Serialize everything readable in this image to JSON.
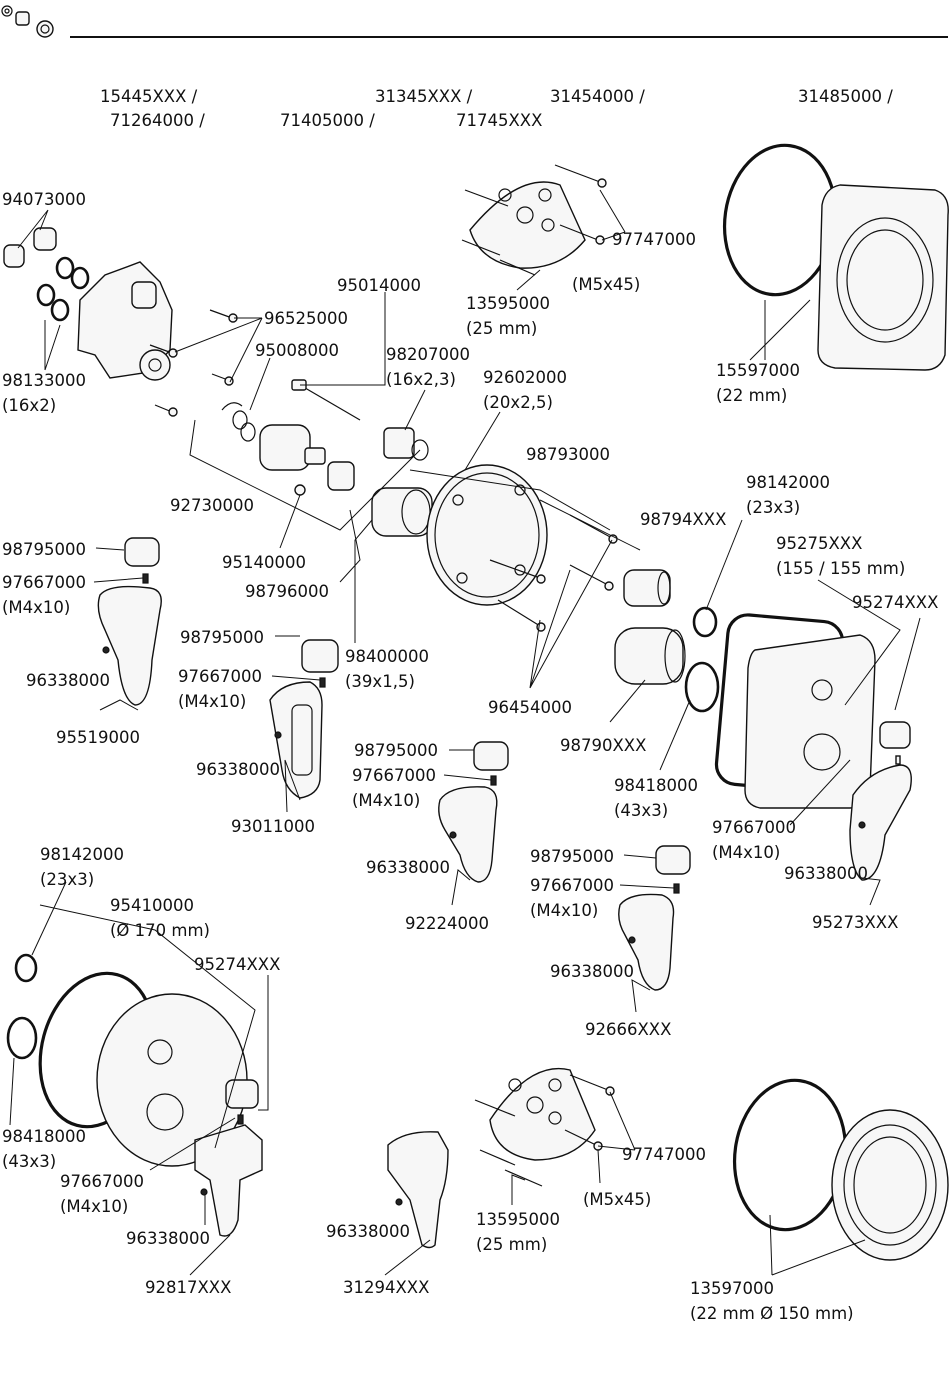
{
  "header": {
    "model_numbers": [
      "15445XXX /",
      "71264000 /",
      "31345XXX /",
      "71405000 /",
      "31454000 /",
      "71745XXX",
      "31485000 /"
    ]
  },
  "labels": [
    {
      "part": "94073000"
    },
    {
      "part": "98133000",
      "spec": "(16x2)"
    },
    {
      "part": "96525000"
    },
    {
      "part": "95014000"
    },
    {
      "part": "95008000"
    },
    {
      "part": "98207000",
      "spec": "(16x2,3)"
    },
    {
      "part": "92602000",
      "spec": "(20x2,5)"
    },
    {
      "part": "13595000",
      "spec": "(25 mm)"
    },
    {
      "part": "97747000"
    },
    {
      "part": "(M5x45)"
    },
    {
      "part": "15597000",
      "spec": "(22 mm)"
    },
    {
      "part": "92730000"
    },
    {
      "part": "95140000"
    },
    {
      "part": "98796000"
    },
    {
      "part": "98793000"
    },
    {
      "part": "98794XXX"
    },
    {
      "part": "98142000",
      "spec": "(23x3)"
    },
    {
      "part": "95275XXX",
      "spec": "(155 / 155 mm)"
    },
    {
      "part": "95274XXX"
    },
    {
      "part": "98795000"
    },
    {
      "part": "97667000",
      "spec": "(M4x10)"
    },
    {
      "part": "96338000"
    },
    {
      "part": "95519000"
    },
    {
      "part": "98795000"
    },
    {
      "part": "97667000",
      "spec": "(M4x10)"
    },
    {
      "part": "98400000",
      "spec": "(39x1,5)"
    },
    {
      "part": "96454000"
    },
    {
      "part": "98790XXX"
    },
    {
      "part": "98418000",
      "spec": "(43x3)"
    },
    {
      "part": "96338000"
    },
    {
      "part": "93011000"
    },
    {
      "part": "98795000"
    },
    {
      "part": "97667000",
      "spec": "(M4x10)"
    },
    {
      "part": "96338000"
    },
    {
      "part": "92224000"
    },
    {
      "part": "98795000"
    },
    {
      "part": "97667000",
      "spec": "(M4x10)"
    },
    {
      "part": "96338000"
    },
    {
      "part": "92666XXX"
    },
    {
      "part": "97667000",
      "spec": "(M4x10)"
    },
    {
      "part": "96338000"
    },
    {
      "part": "95273XXX"
    },
    {
      "part": "98142000",
      "spec": "(23x3)"
    },
    {
      "part": "95410000",
      "spec": "(Ø 170 mm)"
    },
    {
      "part": "95274XXX"
    },
    {
      "part": "98418000",
      "spec": "(43x3)"
    },
    {
      "part": "97667000",
      "spec": "(M4x10)"
    },
    {
      "part": "96338000"
    },
    {
      "part": "92817XXX"
    },
    {
      "part": "96338000"
    },
    {
      "part": "31294XXX"
    },
    {
      "part": "97747000"
    },
    {
      "part": "13595000",
      "spec": "(25 mm)"
    },
    {
      "part": "(M5x45)"
    },
    {
      "part": "13597000",
      "spec": "(22 mm Ø 150 mm)"
    }
  ]
}
